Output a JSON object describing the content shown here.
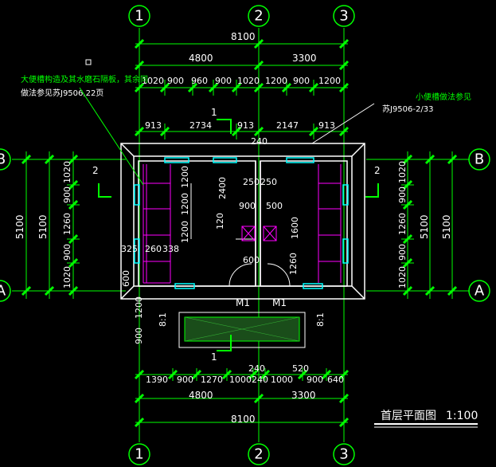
{
  "drawing": {
    "title": "首层平面图",
    "scale": "1:100",
    "colors": {
      "background": "#000000",
      "dimension_line": "#00ff00",
      "tick": "#00ff00",
      "wall": "#ffffff",
      "fixture": "#ff00ff",
      "window": "#00ffff",
      "note": "#00ff00"
    },
    "axes": {
      "top": [
        "1",
        "2",
        "3"
      ],
      "bottom": [
        "1",
        "2",
        "3"
      ],
      "left": [
        "B",
        "A"
      ],
      "right": [
        "B",
        "A"
      ]
    },
    "top_dims": {
      "overall": "8100",
      "row2": [
        "4800",
        "3300"
      ],
      "row3": [
        "1020",
        "900",
        "960",
        "900",
        "1020",
        "1200",
        "900",
        "1200"
      ],
      "row4": [
        "913",
        "2734",
        "913",
        "2147",
        "913"
      ],
      "row4_sub": "240"
    },
    "bottom_dims": {
      "overall": "8100",
      "row2": [
        "4800",
        "3300"
      ],
      "row3": [
        "1390",
        "900",
        "1270",
        "1000",
        "240",
        "1000",
        "900",
        "640"
      ],
      "above": [
        "240",
        "520"
      ]
    },
    "left_dims": {
      "overall": "5100",
      "mid": "5100",
      "inner": [
        "1020",
        "900",
        "1260",
        "900",
        "1020"
      ]
    },
    "right_dims": {
      "overall": "5100",
      "mid": "5100",
      "inner": [
        "900",
        "1260",
        "900",
        "1020"
      ],
      "top_inner": "1020"
    },
    "interior_dims": {
      "d2400": "2400",
      "d250a": "250",
      "d250b": "250",
      "d900": "900",
      "d500": "500",
      "d1200a": "1200",
      "d1200b": "1200",
      "d1200c": "1200",
      "d120": "120",
      "d1600": "1600",
      "d600": "600",
      "d1260": "1260",
      "d325": "325",
      "d260": "260",
      "d338": "338",
      "d600l": "600",
      "d1200l": "1200",
      "d900l": "900",
      "d81a": "8:1",
      "d81b": "8:1"
    },
    "doors": [
      "M1",
      "M1"
    ],
    "section_marks": [
      "1",
      "1",
      "2",
      "2"
    ],
    "notes": {
      "left_line1": "大便槽构造及其水磨石隔板，其余同",
      "left_line2": "做法参见苏J9506,22页",
      "right_line1": "小便槽做法参见",
      "right_line2": "苏J9506-2/33"
    }
  }
}
